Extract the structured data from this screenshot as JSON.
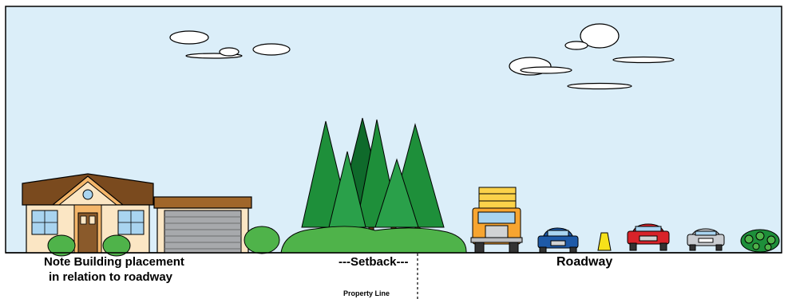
{
  "labels": {
    "note_line1": "Note Building placement",
    "note_line2": "in relation to roadway",
    "setback": "---Setback---",
    "roadway": "Roadway",
    "property_line": "Property Line"
  },
  "colors": {
    "sky": "#dbeef9",
    "frame": "#000000",
    "roof": "#7a4a1e",
    "house_wall": "#fbe6c4",
    "house_trim": "#f4b66a",
    "garage_roof": "#a0662a",
    "garage_door": "#a7a9ac",
    "tree_green": "#1e8f3a",
    "tree_dark": "#0f6a2b",
    "bush_green": "#4fb34a",
    "truck_orange": "#f7a530",
    "truck_cargo": "#fbd24a",
    "car_blue": "#1e5aa8",
    "car_red": "#d8232a",
    "car_silver": "#c9ccd0",
    "cone_yellow": "#f6e11a"
  },
  "icons": [
    "house-icon",
    "garage-icon",
    "tree-cluster-icon",
    "truck-icon",
    "car-icon",
    "traffic-cone-icon",
    "shrub-icon",
    "cloud-icon"
  ]
}
